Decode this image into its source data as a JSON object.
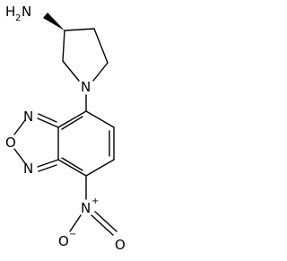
{
  "molecule": {
    "amine_label": "H",
    "amine_subscript": "2",
    "amine_n": "N",
    "ring_n": "N",
    "oxadiazole_n_top": "N",
    "oxadiazole_o": "O",
    "oxadiazole_n_bottom": "N",
    "nitro_n": "N",
    "nitro_n_charge": "+",
    "nitro_o_top": "O",
    "nitro_o_top_charge": "−",
    "nitro_o_right": "O"
  }
}
